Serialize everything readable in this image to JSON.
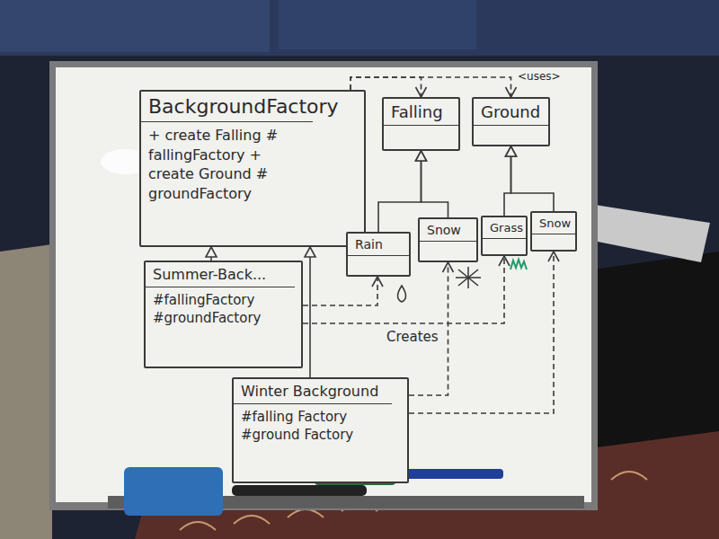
{
  "diagram": {
    "nodes": [
      {
        "text": [
          "BackgroundFactory",
          "+ create Falling # fallingFactory + create Ground # groundFactory"
        ]
      },
      {
        "text": [
          "Falling"
        ]
      },
      {
        "text": [
          "Ground"
        ]
      },
      {
        "text": [
          "Rain"
        ]
      },
      {
        "text": [
          "Snow"
        ]
      },
      {
        "text": [
          "Grass"
        ]
      },
      {
        "text": [
          "Snow"
        ]
      },
      {
        "text": [
          "Summer-Back...",
          "#fallingFactory #groundFactory"
        ]
      },
      {
        "text": [
          "Winter Background",
          "#falling Factory #ground Factory"
        ]
      }
    ],
    "edges": [
      {
        "from": 7,
        "to": 0,
        "arrow": "to"
      },
      {
        "from": 8,
        "to": 0,
        "arrow": "to"
      },
      {
        "from": 3,
        "to": 1,
        "arrow": "to"
      },
      {
        "from": 4,
        "to": 1,
        "arrow": "to"
      },
      {
        "from": 5,
        "to": 2,
        "arrow": "to"
      },
      {
        "from": 6,
        "to": 2,
        "arrow": "to"
      },
      {
        "from": 0,
        "to": 1,
        "arrow": "to"
      },
      {
        "from": 0,
        "to": 2,
        "arrow": "to"
      },
      {
        "from": 7,
        "to": 3,
        "arrow": "to"
      },
      {
        "from": 7,
        "to": 5,
        "arrow": "to"
      },
      {
        "from": 8,
        "to": 4,
        "arrow": "to"
      },
      {
        "from": 8,
        "to": 6,
        "arrow": "to"
      }
    ],
    "labels": [
      "<uses>",
      "Creates"
    ]
  }
}
